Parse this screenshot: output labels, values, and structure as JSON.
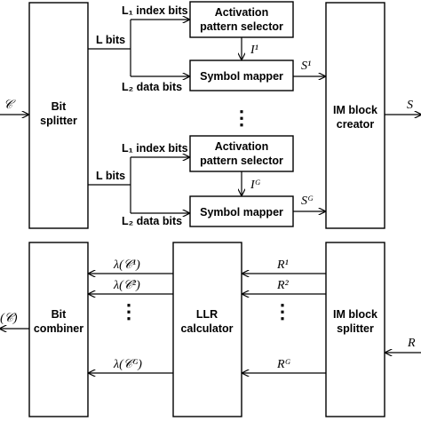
{
  "transmitter": {
    "input_label": "𝒞",
    "output_label": "S",
    "bit_splitter": {
      "line1": "Bit",
      "line2": "splitter"
    },
    "im_block_creator": {
      "line1": "IM block",
      "line2": "creator"
    },
    "group_first": {
      "l_bits": "L bits",
      "index_bits": "L₁ index bits",
      "data_bits": "L₂ data bits",
      "selector": {
        "line1": "Activation",
        "line2": "pattern selector"
      },
      "mapper": "Symbol mapper",
      "pattern_label": "I¹",
      "symbol_label": "S¹"
    },
    "group_last": {
      "l_bits": "L bits",
      "index_bits": "L₁ index bits",
      "data_bits": "L₂ data bits",
      "selector": {
        "line1": "Activation",
        "line2": "pattern selector"
      },
      "mapper": "Symbol mapper",
      "pattern_label": "Iᴳ",
      "symbol_label": "Sᴳ"
    },
    "dots": "⋮"
  },
  "receiver": {
    "output_label": "λ(𝒞)",
    "input_label": "R",
    "bit_combiner": {
      "line1": "Bit",
      "line2": "combiner"
    },
    "llr_calculator": {
      "line1": "LLR",
      "line2": "calculator"
    },
    "im_block_splitter": {
      "line1": "IM block",
      "line2": "splitter"
    },
    "llr_outputs": [
      "λ(𝒞¹)",
      "λ(𝒞²)",
      "λ(𝒞ᴳ)"
    ],
    "block_inputs": [
      "R¹",
      "R²",
      "Rᴳ"
    ],
    "dots": "⋮"
  }
}
